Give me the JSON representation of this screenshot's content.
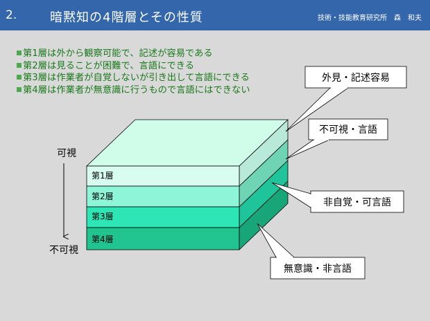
{
  "header": {
    "section_number": "2.",
    "title": "暗黙知の4階層とその性質",
    "author": "技術・技能教育研究所　森　和夫"
  },
  "bullets": [
    "第1層は外から観察可能で、記述が容易である",
    "第2層は見ることが困難で、言語にできる",
    "第3層は作業者が自覚しないが引き出して言語にできる",
    "第4層は作業者が無意識に行うもので言語にはできない"
  ],
  "axis": {
    "top_label": "可視",
    "bottom_label": "不可視"
  },
  "layers": [
    {
      "label": "第1層",
      "color": "#d8fcf0"
    },
    {
      "label": "第2層",
      "color": "#8ff5d8"
    },
    {
      "label": "第3層",
      "color": "#2ee6b5"
    },
    {
      "label": "第4層",
      "color": "#21c48e"
    }
  ],
  "callouts": [
    {
      "label": "外見・記述容易"
    },
    {
      "label": "不可視・言語"
    },
    {
      "label": "非自覚・可言語"
    },
    {
      "label": "無意識・非言語"
    }
  ],
  "colors": {
    "header_bg": "#3366aa",
    "bullet_text": "#1a7a1a",
    "top_face": "#d0fcea"
  }
}
